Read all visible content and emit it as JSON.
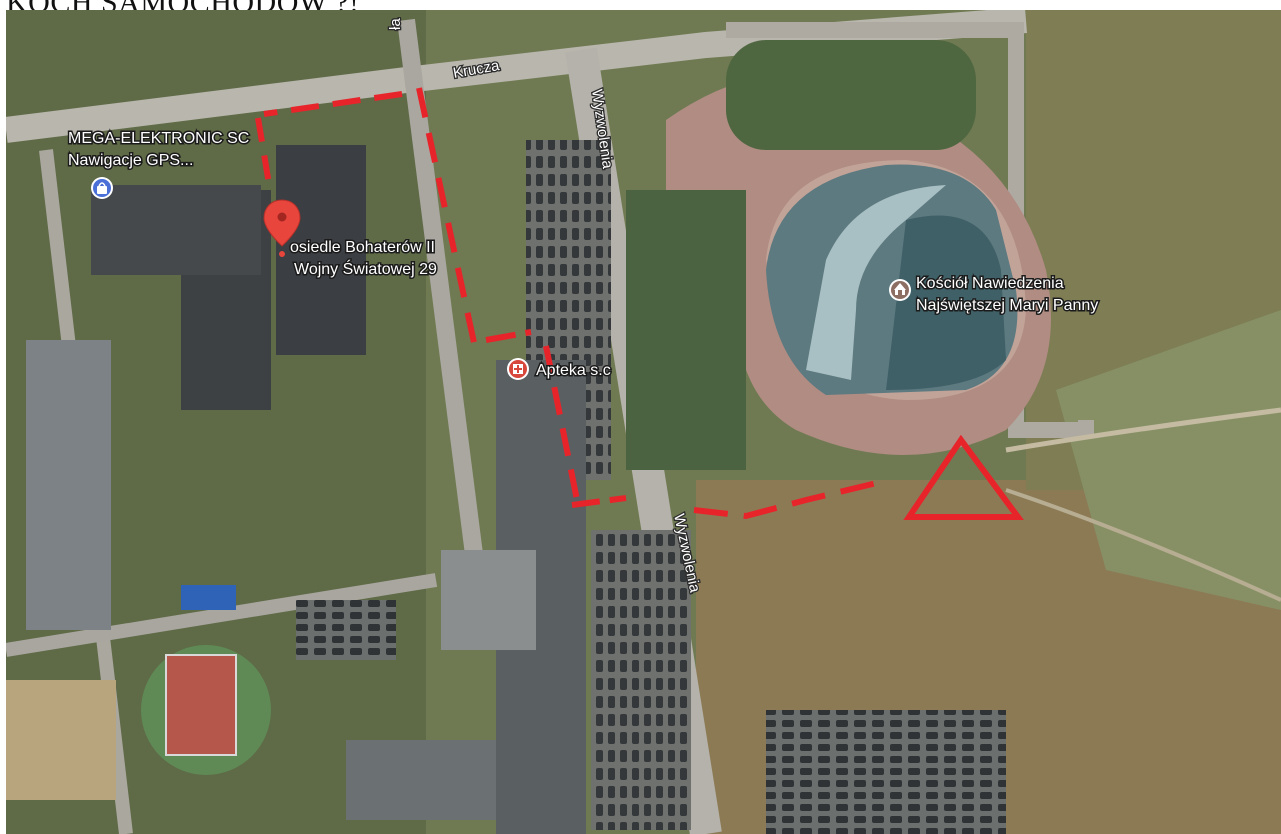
{
  "caption": "KOCH SAMOCHODÓW ?!",
  "colors": {
    "route_dashes": "#e8242b",
    "triangle_marker": "#e8242b",
    "pin": "#e8453c"
  },
  "streets": {
    "krucza": "Krucza",
    "wyzwolenia_north": "Wyzwolenia",
    "wyzwolenia_south": "Wyzwolenia",
    "top_fragment": "ła"
  },
  "pois": {
    "mega_elektronic": {
      "line1": "MEGA-ELEKTRONIC SC",
      "line2": "Nawigacje GPS...",
      "icon": "shopping-bag-icon"
    },
    "address_pin": {
      "line1": "osiedle Bohaterów II",
      "line2": "Wojny Światowej 29",
      "icon": "map-pin-icon"
    },
    "apteka": {
      "label": "Apteka s.c",
      "icon": "pharmacy-icon"
    },
    "church": {
      "line1": "Kościół Nawiedzenia",
      "line2": "Najświętszej Maryi Panny",
      "icon": "church-icon"
    }
  }
}
